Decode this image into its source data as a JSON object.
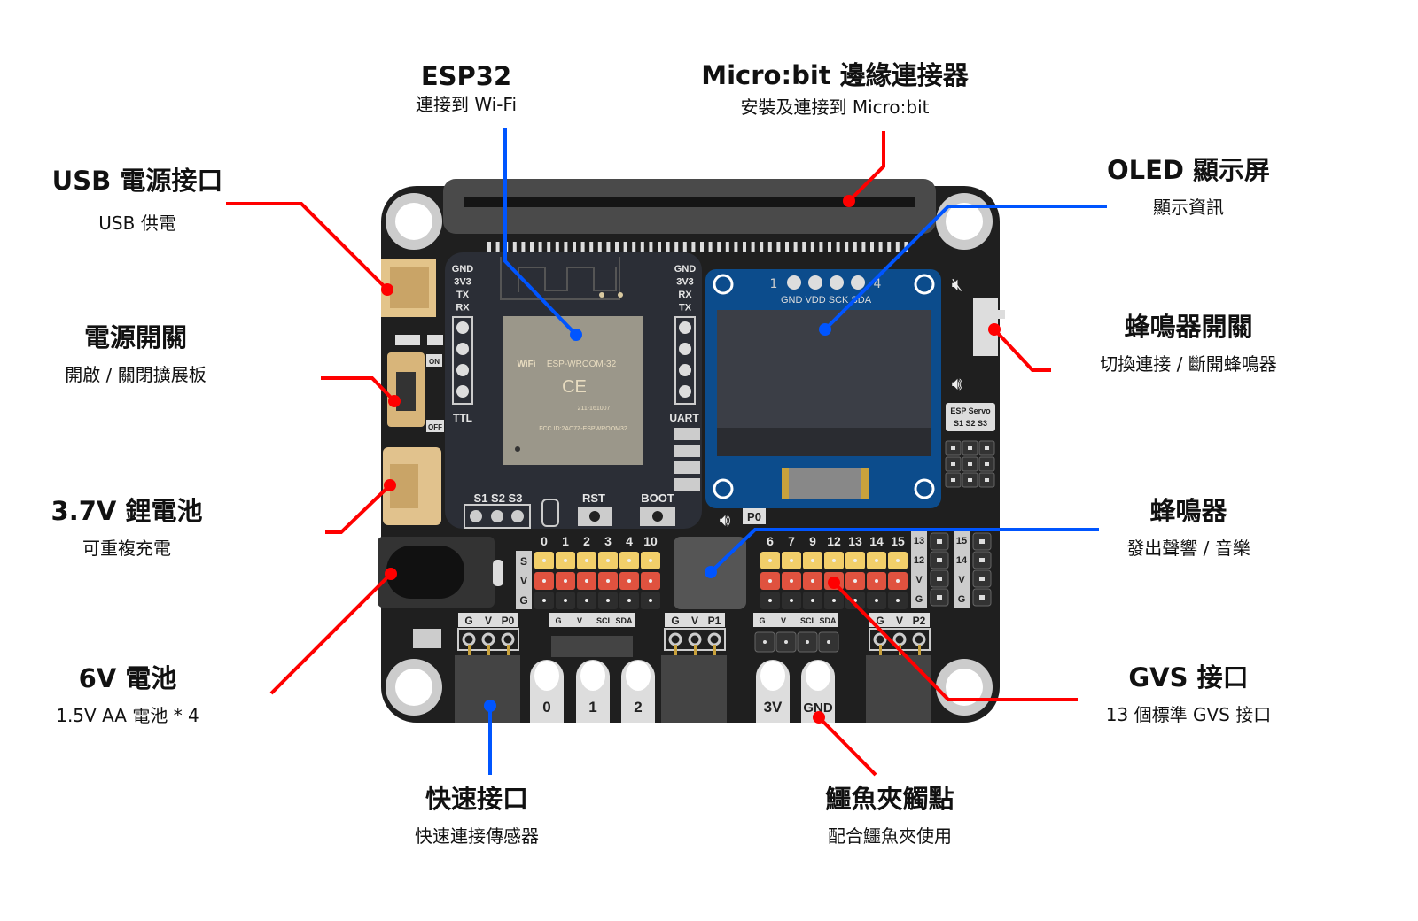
{
  "callouts": {
    "esp32": {
      "title": "ESP32",
      "subtitle": "連接到 Wi-Fi"
    },
    "microbit": {
      "title": "Micro:bit 邊緣連接器",
      "subtitle": "安裝及連接到 Micro:bit"
    },
    "usb": {
      "title": "USB 電源接口",
      "subtitle": "USB 供電"
    },
    "power_switch": {
      "title": "電源開關",
      "subtitle": "開啟 / 關閉擴展板"
    },
    "lipo": {
      "title": "3.7V 鋰電池",
      "subtitle": "可重複充電"
    },
    "aa": {
      "title": "6V 電池",
      "subtitle": "1.5V AA 電池 * 4"
    },
    "quick": {
      "title": "快速接口",
      "subtitle": "快速連接傳感器"
    },
    "croc": {
      "title": "鱷魚夾觸點",
      "subtitle": "配合鱷魚夾使用"
    },
    "oled": {
      "title": "OLED 顯示屏",
      "subtitle": "顯示資訊"
    },
    "buzzer_switch": {
      "title": "蜂鳴器開關",
      "subtitle": "切換連接 / 斷開蜂鳴器"
    },
    "buzzer": {
      "title": "蜂鳴器",
      "subtitle": "發出聲響 / 音樂"
    },
    "gvs": {
      "title": "GVS 接口",
      "subtitle": "13 個標準 GVS 接口"
    }
  },
  "colors": {
    "red_line": "#ff0000",
    "blue_line": "#0055ff",
    "board": "#1f1f1f",
    "signal": "#f2cf6a",
    "vcc": "#e0523f",
    "gnd": "#2d2d2d",
    "oled_pcb": "#0c4c8c"
  },
  "board": {
    "ttl_pins": [
      "GND",
      "3V3",
      "TX",
      "RX"
    ],
    "ttl_label": "TTL",
    "uart_pins": [
      "GND",
      "3V3",
      "RX",
      "TX"
    ],
    "uart_label": "UART",
    "module_name": "ESP-WROOM-32",
    "module_wifi": "WiFi",
    "module_ce": "CE",
    "module_cert": "211-161007",
    "module_fcc": "FCC ID:2AC7Z-ESPWROOM32",
    "s_pins": "S1  S2  S3",
    "rst": "RST",
    "boot": "BOOT",
    "on": "ON",
    "off": "OFF",
    "oled_pin1": "1",
    "oled_pin4": "4",
    "oled_pins": "GND VDD SCK SDA",
    "esp_servo": "ESP Servo",
    "servo_pins": "S1  S2  S3",
    "buzzer_pin": "P0",
    "left_gvs_cols": [
      "0",
      "1",
      "2",
      "3",
      "4",
      "10"
    ],
    "right_gvs_cols": [
      "6",
      "7",
      "9",
      "12",
      "13",
      "14",
      "15"
    ],
    "gvs_rows": [
      "S",
      "V",
      "G"
    ],
    "side_cols_a": [
      "13",
      "12",
      "V",
      "G"
    ],
    "side_cols_b": [
      "15",
      "14",
      "V",
      "G"
    ],
    "port_p0": [
      "G",
      "V",
      "P0"
    ],
    "port_p1": [
      "G",
      "V",
      "P1"
    ],
    "port_p2": [
      "G",
      "V",
      "P2"
    ],
    "i2c_a": [
      "G",
      "V",
      "SCL",
      "SDA"
    ],
    "i2c_b": [
      "G",
      "V",
      "SCL",
      "SDA"
    ],
    "croc_pads": [
      "0",
      "1",
      "2",
      "3V",
      "GND"
    ]
  }
}
